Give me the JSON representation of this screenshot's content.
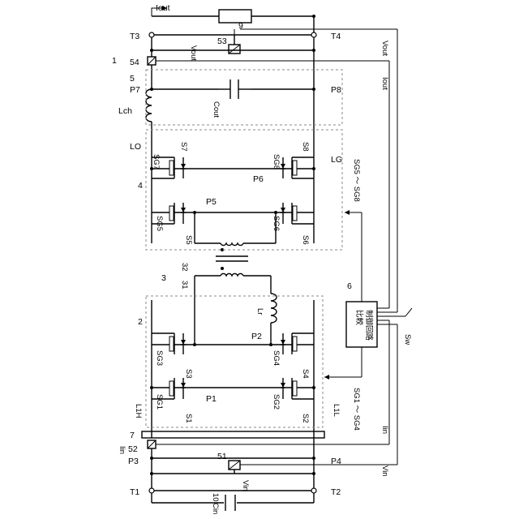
{
  "labels": {
    "iout_top": "Iout",
    "t3": "T3",
    "t4": "T4",
    "vout_left": "Vout",
    "n9": "9",
    "n53": "53",
    "n1": "1",
    "n54": "54",
    "n5": "5",
    "vout_right": "Vout",
    "p7": "P7",
    "p8": "P8",
    "lch": "Lch",
    "cout": "Cout",
    "iout_right": "Iout",
    "lo": "LO",
    "sg7": "SG7",
    "s7": "S7",
    "sg8": "SG8",
    "s8": "S8",
    "lg": "LG",
    "n4": "4",
    "p6": "P6",
    "sg5_sg8": "SG5 ～ SG8",
    "p5": "P5",
    "sg5": "SG5",
    "s5": "S5",
    "sg6": "SG6",
    "s6": "S6",
    "n3": "3",
    "n32": "32",
    "n31": "31",
    "n6": "6",
    "ctrl_line1": "比較",
    "ctrl_line2": "制御回路",
    "n2": "2",
    "lr": "Lr",
    "p2": "P2",
    "sw": "Sw",
    "sg3": "SG3",
    "s3": "S3",
    "sg4": "SG4",
    "s4": "S4",
    "p1": "P1",
    "sg1": "SG1",
    "s1": "S1",
    "sg2": "SG2",
    "s2": "S2",
    "l1h": "L1H",
    "l1l": "L1L",
    "sg1_sg4": "SG1 ～ SG4",
    "iin_right": "Iin",
    "n7": "7",
    "iin_left": "Iin",
    "n52": "52",
    "p3": "P3",
    "n51": "51",
    "p4": "P4",
    "t1": "T1",
    "n10": "10",
    "cin": "Cin",
    "vin_left": "Vin",
    "t2": "T2",
    "vin_right": "Vin"
  }
}
